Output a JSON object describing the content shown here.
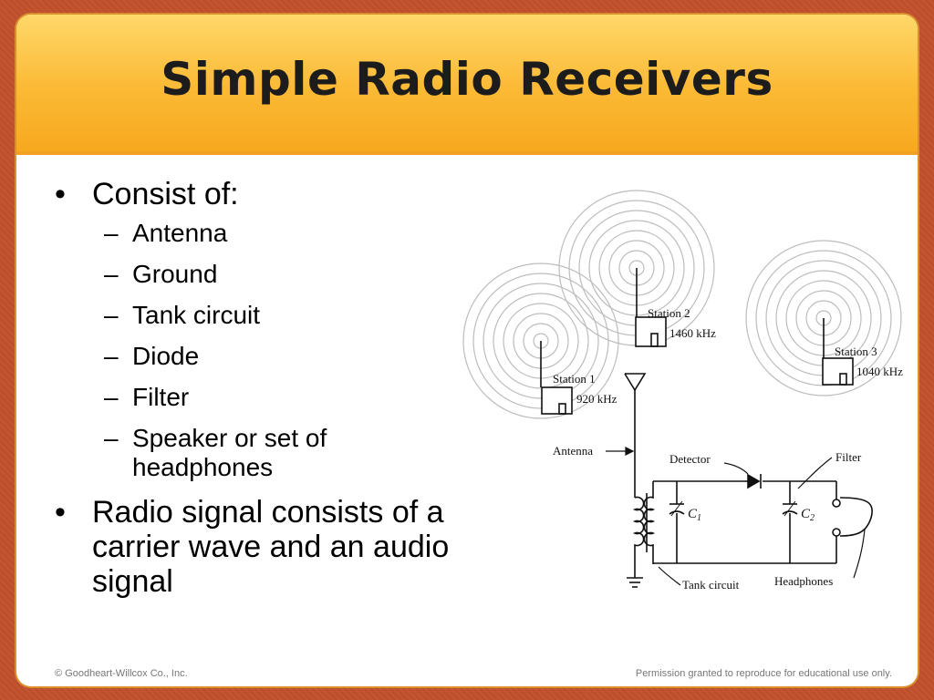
{
  "slide": {
    "title": "Simple Radio Receivers"
  },
  "bullets": [
    {
      "text": "Consist of:",
      "sub": [
        "Antenna",
        "Ground",
        "Tank circuit",
        "Diode",
        "Filter",
        "Speaker or set of headphones"
      ]
    },
    {
      "text": "Radio signal consists of a carrier wave and an audio signal",
      "sub": []
    }
  ],
  "diagram": {
    "stations": [
      {
        "name": "Station 1",
        "freq": "920 kHz"
      },
      {
        "name": "Station 2",
        "freq": "1460 kHz"
      },
      {
        "name": "Station 3",
        "freq": "1040 kHz"
      }
    ],
    "labels": {
      "antenna": "Antenna",
      "detector": "Detector",
      "filter": "Filter",
      "tank_circuit": "Tank circuit",
      "headphones": "Headphones",
      "c1": "C",
      "c1_sub": "1",
      "c2": "C",
      "c2_sub": "2"
    }
  },
  "footer": {
    "left": "© Goodheart-Willcox Co., Inc.",
    "right": "Permission granted to reproduce for educational use only."
  },
  "colors": {
    "border": "#c4532f",
    "title_bar": "#fbb934",
    "wave_rings": "#bdbdbd"
  }
}
